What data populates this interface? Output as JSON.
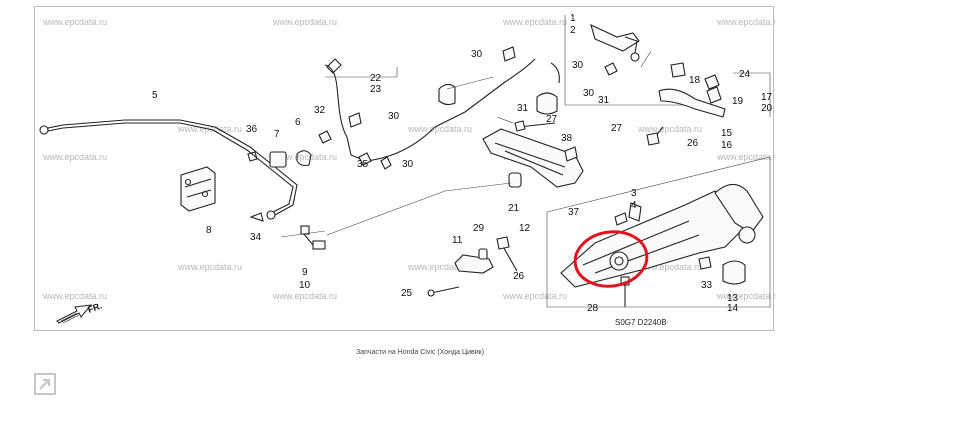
{
  "watermark": "www.epcdata.ru",
  "callouts": {
    "c1": "1",
    "c2": "2",
    "c3": "3",
    "c4": "4",
    "c5": "5",
    "c6": "6",
    "c7": "7",
    "c8": "8",
    "c9": "9",
    "c10": "10",
    "c11": "11",
    "c12": "12",
    "c13": "13",
    "c14": "14",
    "c15": "15",
    "c16": "16",
    "c17": "17",
    "c18": "18",
    "c19": "19",
    "c20": "20",
    "c21": "21",
    "c22": "22",
    "c23": "23",
    "c24": "24",
    "c25": "25",
    "c26": "26",
    "c27": "27",
    "c28": "28",
    "c29": "29",
    "c30": "30",
    "c31": "31",
    "c32": "32",
    "c33": "33",
    "c34": "34",
    "c35": "35",
    "c36": "36",
    "c37": "37",
    "c38": "38"
  },
  "direction_label": "FR.",
  "diagram_code": "S0G7 D2240B",
  "caption": "Запчасти на Honda Civic (Хонда Цивик)",
  "highlight_color": "#e0141e",
  "icons": {
    "expand": "expand-arrow-icon"
  }
}
